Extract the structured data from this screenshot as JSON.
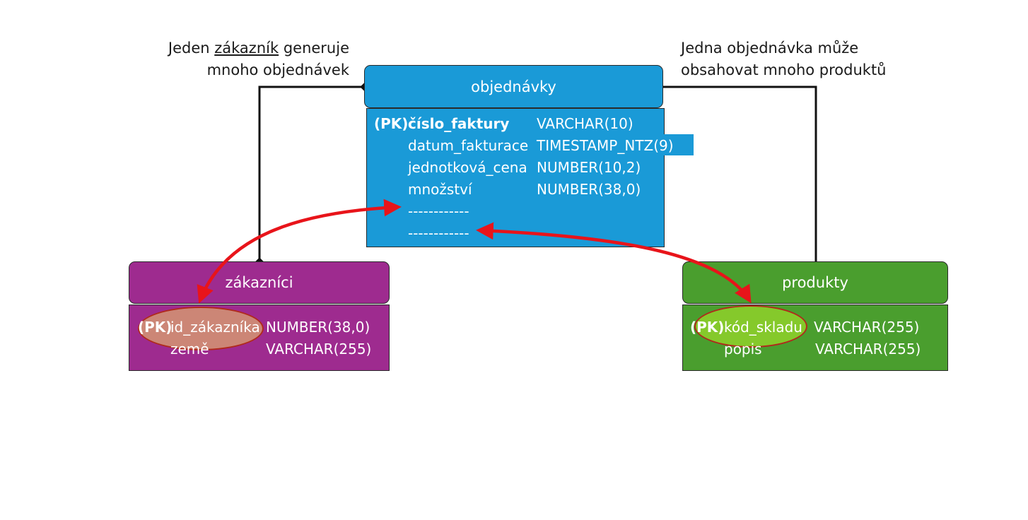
{
  "annotations": {
    "left": {
      "line1_prefix": "Jeden ",
      "line1_underlined": "zákazník",
      "line1_suffix": " generuje",
      "line2": "mnoho objednávek"
    },
    "right": {
      "line1": "Jedna objednávka může",
      "line2": "obsahovat mnoho produktů"
    }
  },
  "tables": {
    "objednavky": {
      "title": "objednávky",
      "color": "#1a9ad7",
      "rows": [
        {
          "pk": "(PK)",
          "name": "číslo_faktury",
          "type": "VARCHAR(10)"
        },
        {
          "pk": "",
          "name": "datum_fakturace",
          "type": "TIMESTAMP_NTZ(9)"
        },
        {
          "pk": "",
          "name": "jednotková_cena",
          "type": "NUMBER(10,2)"
        },
        {
          "pk": "",
          "name": "množství",
          "type": "NUMBER(38,0)"
        },
        {
          "pk": "",
          "name": "------------",
          "type": ""
        },
        {
          "pk": "",
          "name": "------------",
          "type": ""
        }
      ]
    },
    "zakaznici": {
      "title": "zákazníci",
      "color": "#9e2b8f",
      "rows": [
        {
          "pk": "(PK)",
          "name": "id_zákazníka",
          "type": "NUMBER(38,0)"
        },
        {
          "pk": "",
          "name": "země",
          "type": "VARCHAR(255)"
        }
      ]
    },
    "produkty": {
      "title": "produkty",
      "color": "#4a9e2e",
      "rows": [
        {
          "pk": "(PK)",
          "name": "kód_skladu",
          "type": "VARCHAR(255)"
        },
        {
          "pk": "",
          "name": "popis",
          "type": "VARCHAR(255)"
        }
      ]
    }
  },
  "colors": {
    "arrow": "#e8141a",
    "connector": "#111111",
    "zakaznici_key_fill": "#d9a070",
    "produkty_key_fill": "#8fd02a",
    "key_outline": "#b02a1c"
  }
}
